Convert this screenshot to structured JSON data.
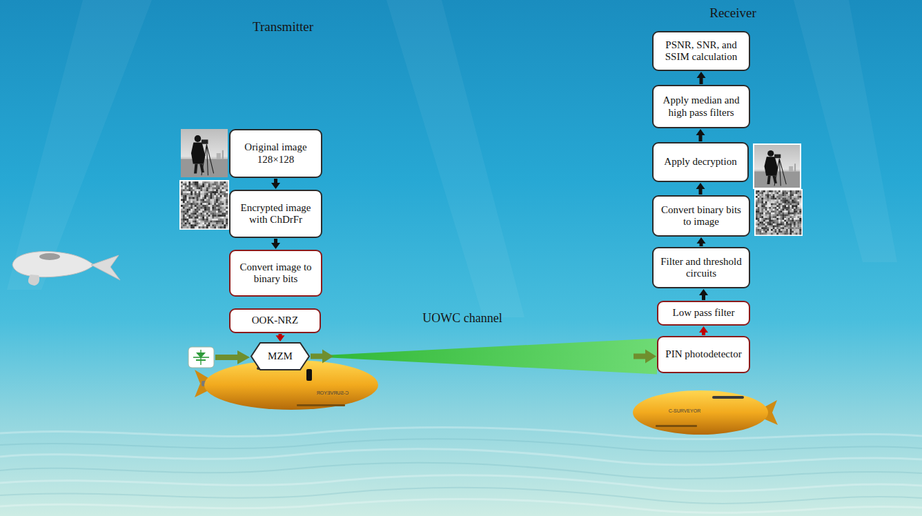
{
  "diagram": {
    "nodes": [
      {
        "text": [
          "Original image 128×128"
        ]
      },
      {
        "text": [
          "Encrypted image with ChDrFr"
        ]
      },
      {
        "text": [
          "Convert image to binary bits"
        ]
      },
      {
        "text": [
          "OOK-NRZ"
        ]
      },
      {
        "text": [
          "MZM"
        ]
      },
      {
        "text": [
          "PIN photodetector"
        ]
      },
      {
        "text": [
          "Low pass filter"
        ]
      },
      {
        "text": [
          "Filter and threshold circuits"
        ]
      },
      {
        "text": [
          "Convert binary bits to image"
        ]
      },
      {
        "text": [
          "Apply decryption"
        ]
      },
      {
        "text": [
          "Apply median and high pass filters"
        ]
      },
      {
        "text": [
          "PSNR, SNR, and SSIM calculation"
        ]
      }
    ],
    "edges": [
      {
        "from": 0,
        "to": 1,
        "arrow": "to"
      },
      {
        "from": 1,
        "to": 2,
        "arrow": "to"
      },
      {
        "from": 3,
        "to": 4,
        "arrow": "to"
      },
      {
        "from": 4,
        "to": 5,
        "arrow": "to"
      },
      {
        "from": 5,
        "to": 6,
        "arrow": "to"
      },
      {
        "from": 6,
        "to": 7,
        "arrow": "to"
      },
      {
        "from": 7,
        "to": 8,
        "arrow": "to"
      },
      {
        "from": 8,
        "to": 9,
        "arrow": "to"
      },
      {
        "from": 9,
        "to": 10,
        "arrow": "to"
      },
      {
        "from": 10,
        "to": 11,
        "arrow": "to"
      }
    ],
    "labels": [
      "Transmitter",
      "Receiver",
      "UOWC channel",
      "C-SURVEYOR",
      "C-SURVEYOR"
    ]
  }
}
